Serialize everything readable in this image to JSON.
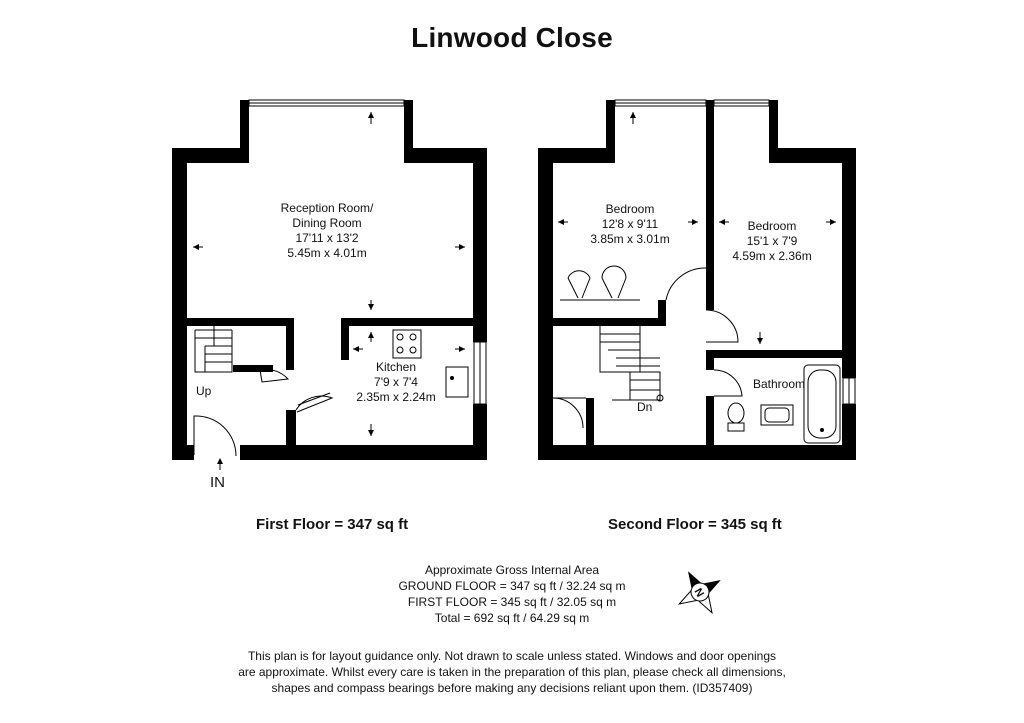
{
  "title": "Linwood Close",
  "first_floor": {
    "label": "First Floor = 347 sq ft",
    "rooms": {
      "reception": {
        "name": "Reception Room/",
        "name2": "Dining Room",
        "imperial": "17'11 x 13'2",
        "metric": "5.45m x 4.01m"
      },
      "kitchen": {
        "name": "Kitchen",
        "imperial": "7'9 x 7'4",
        "metric": "2.35m x 2.24m"
      }
    },
    "up": "Up",
    "entrance": "IN"
  },
  "second_floor": {
    "label": "Second Floor = 345 sq ft",
    "rooms": {
      "bedroom1": {
        "name": "Bedroom",
        "imperial": "12'8 x 9'11",
        "metric": "3.85m x 3.01m"
      },
      "bedroom2": {
        "name": "Bedroom",
        "imperial": "15'1 x 7'9",
        "metric": "4.59m x 2.36m"
      },
      "bathroom": {
        "name": "Bathroom"
      }
    },
    "down": "Dn"
  },
  "area_summary": {
    "heading": "Approximate Gross Internal Area",
    "ground": "GROUND FLOOR = 347 sq ft / 32.24 sq m",
    "first": "FIRST FLOOR = 345 sq ft / 32.05 sq m",
    "total": "Total = 692 sq ft / 64.29 sq m"
  },
  "compass": {
    "letter": "N"
  },
  "disclaimer": {
    "line1": "This plan is for layout guidance only. Not drawn to scale unless stated. Windows and door openings",
    "line2": "are approximate. Whilst every care is taken in the preparation of this plan, please check all dimensions,",
    "line3": "shapes and compass bearings before making any decisions reliant upon them. (ID357409)"
  }
}
